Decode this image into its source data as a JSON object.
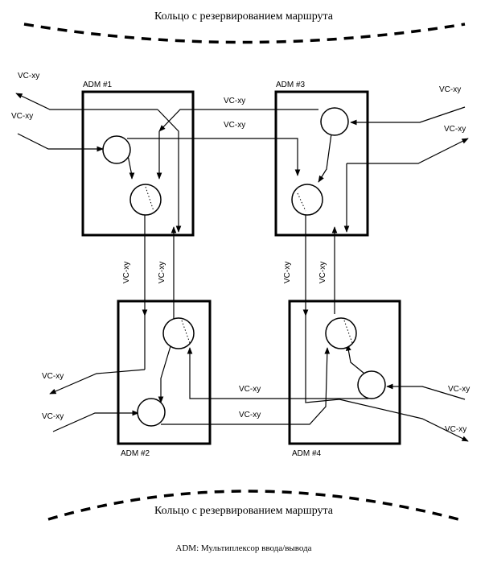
{
  "ring_top_label": "Кольцо с резервированием маршрута",
  "ring_bottom_label": "Кольцо с резервированием маршрута",
  "legend": "ADM: Мультиплексор ввода/вывода",
  "adm1": "ADM #1",
  "adm2": "ADM #2",
  "adm3": "ADM #3",
  "adm4": "ADM #4",
  "vc": "VC-xy"
}
